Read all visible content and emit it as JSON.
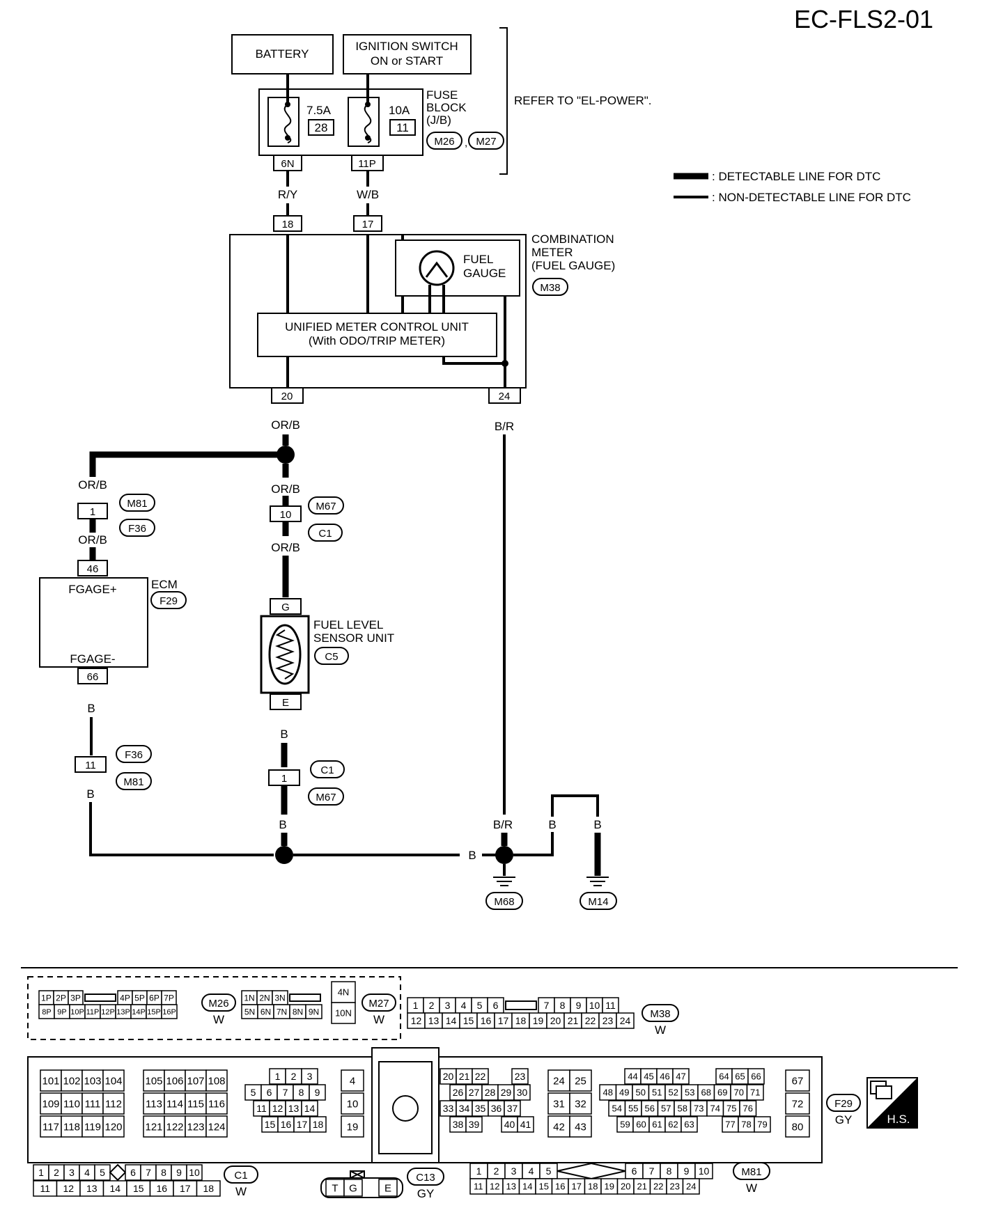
{
  "diagram_id": "EC-FLS2-01",
  "legend": {
    "detectable": ": DETECTABLE LINE FOR DTC",
    "non_detectable": ": NON-DETECTABLE LINE FOR DTC"
  },
  "battery": {
    "label": "BATTERY"
  },
  "ignition_switch": {
    "line1": "IGNITION SWITCH",
    "line2": "ON or START"
  },
  "fuse_block": {
    "line1": "FUSE",
    "line2": "BLOCK",
    "line3": "(J/B)",
    "fuse1_rating": "7.5A",
    "fuse1_number": "28",
    "fuse2_rating": "10A",
    "fuse2_number": "11",
    "connector1": "M26",
    "connector2": "M27",
    "terminal1": "6N",
    "terminal2": "11P",
    "refer_note": "REFER TO \"EL-POWER\"."
  },
  "wires": {
    "ry": "R/Y",
    "wb": "W/B",
    "orb": "OR/B",
    "br": "B/R",
    "b": "B"
  },
  "combination_meter": {
    "line1": "COMBINATION",
    "line2": "METER",
    "line3": "(FUEL GAUGE)",
    "connector": "M38",
    "pin18": "18",
    "pin17": "17",
    "pin20": "20",
    "pin24": "24",
    "fuel_gauge_line1": "FUEL",
    "fuel_gauge_line2": "GAUGE",
    "unit_line1": "UNIFIED METER CONTROL UNIT",
    "unit_line2": "(With ODO/TRIP METER)"
  },
  "ecm": {
    "label": "ECM",
    "connector": "F29",
    "pin_top": "46",
    "pin_bottom": "66",
    "fgage_plus": "FGAGE+",
    "fgage_minus": "FGAGE-"
  },
  "fuel_sensor": {
    "line1": "FUEL LEVEL",
    "line2": "SENSOR UNIT",
    "connector": "C5",
    "pin_top": "G",
    "pin_bottom": "E"
  },
  "joints": {
    "left_top_pin": "1",
    "left_top_c1": "M81",
    "left_top_c2": "F36",
    "mid_top_pin": "10",
    "mid_top_c1": "M67",
    "mid_top_c2": "C1",
    "left_bot_pin": "11",
    "left_bot_c1": "F36",
    "left_bot_c2": "M81",
    "mid_bot_pin": "1",
    "mid_bot_c1": "C1",
    "mid_bot_c2": "M67"
  },
  "grounds": {
    "g1": "M68",
    "g2": "M14"
  },
  "connector_views": {
    "m26": {
      "id": "M26",
      "color": "W",
      "row1": [
        "1P",
        "2P",
        "3P",
        "",
        "4P",
        "5P",
        "6P",
        "7P"
      ],
      "row2": [
        "8P",
        "9P",
        "10P",
        "11P",
        "12P",
        "13P",
        "14P",
        "15P",
        "16P"
      ]
    },
    "m27": {
      "id": "M27",
      "color": "W",
      "row1": [
        "1N",
        "2N",
        "3N",
        ""
      ],
      "row2": [
        "5N",
        "6N",
        "7N",
        "8N",
        "9N"
      ],
      "side_top": "4N",
      "side_bot": "10N"
    },
    "m38": {
      "id": "M38",
      "color": "W",
      "row1": [
        "1",
        "2",
        "3",
        "4",
        "5",
        "6",
        "",
        "7",
        "8",
        "9",
        "10",
        "11"
      ],
      "row2": [
        "12",
        "13",
        "14",
        "15",
        "16",
        "17",
        "18",
        "19",
        "20",
        "21",
        "22",
        "23",
        "24"
      ]
    },
    "f29": {
      "id": "F29",
      "color": "GY",
      "g1": [
        [
          "101",
          "102",
          "103",
          "104"
        ],
        [
          "109",
          "110",
          "111",
          "112"
        ],
        [
          "117",
          "118",
          "119",
          "120"
        ]
      ],
      "g2": [
        [
          "105",
          "106",
          "107",
          "108"
        ],
        [
          "113",
          "114",
          "115",
          "116"
        ],
        [
          "121",
          "122",
          "123",
          "124"
        ]
      ],
      "g3": [
        [
          "1",
          "2",
          "3"
        ],
        [
          "5",
          "6",
          "7",
          "8",
          "9"
        ],
        [
          "11",
          "12",
          "13",
          "14"
        ],
        [
          "15",
          "16",
          "17",
          "18"
        ]
      ],
      "g4": [
        "4",
        "10",
        "19"
      ],
      "g5": [
        [
          "20",
          "21",
          "22",
          "23"
        ],
        [
          "26",
          "27",
          "28",
          "29",
          "30"
        ],
        [
          "33",
          "34",
          "35",
          "36",
          "37"
        ],
        [
          "38",
          "39",
          "40",
          "41"
        ]
      ],
      "g6": [
        [
          "24",
          "25"
        ],
        [
          "31",
          "32"
        ],
        [
          "42",
          "43"
        ]
      ],
      "g7": [
        [
          "44",
          "45",
          "46",
          "47",
          "64",
          "65",
          "66"
        ],
        [
          "48",
          "49",
          "50",
          "51",
          "52",
          "53",
          "68",
          "69",
          "70",
          "71"
        ],
        [
          "54",
          "55",
          "56",
          "57",
          "58",
          "73",
          "74",
          "75",
          "76"
        ],
        [
          "59",
          "60",
          "61",
          "62",
          "63",
          "77",
          "78",
          "79"
        ]
      ],
      "g8": [
        "67",
        "72",
        "80"
      ],
      "hs": "H.S."
    },
    "c1": {
      "id": "C1",
      "color": "W",
      "row1": [
        "1",
        "2",
        "3",
        "4",
        "5",
        "",
        "6",
        "7",
        "8",
        "9",
        "10"
      ],
      "row2": [
        "11",
        "12",
        "13",
        "14",
        "15",
        "16",
        "17",
        "18"
      ]
    },
    "c13": {
      "id": "C13",
      "color": "GY",
      "pins": [
        "T",
        "G",
        "E"
      ]
    },
    "m81": {
      "id": "M81",
      "color": "W",
      "row1": [
        "1",
        "2",
        "3",
        "4",
        "5",
        "",
        "6",
        "7",
        "8",
        "9",
        "10"
      ],
      "row2": [
        "11",
        "12",
        "13",
        "14",
        "15",
        "16",
        "17",
        "18",
        "19",
        "20",
        "21",
        "22",
        "23",
        "24"
      ]
    }
  }
}
